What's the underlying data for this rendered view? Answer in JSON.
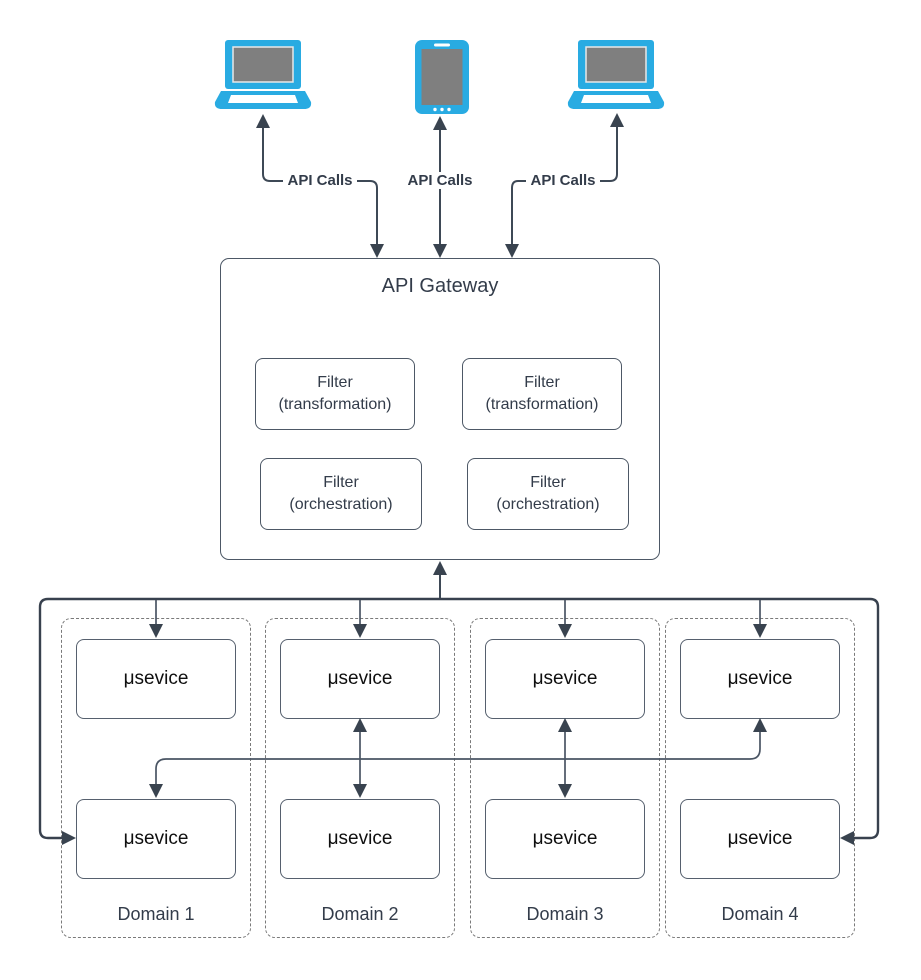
{
  "api_calls": {
    "labels": [
      "API Calls",
      "API Calls",
      "API Calls"
    ]
  },
  "devices": [
    {
      "name": "client-laptop-1",
      "type": "laptop"
    },
    {
      "name": "client-tablet",
      "type": "tablet"
    },
    {
      "name": "client-laptop-2",
      "type": "laptop"
    }
  ],
  "gateway": {
    "title": "API Gateway",
    "filters": [
      {
        "name": "Filter",
        "kind": "(transformation)"
      },
      {
        "name": "Filter",
        "kind": "(transformation)"
      },
      {
        "name": "Filter",
        "kind": "(orchestration)"
      },
      {
        "name": "Filter",
        "kind": "(orchestration)"
      }
    ]
  },
  "domains": [
    {
      "label": "Domain 1",
      "services": [
        "μsevice",
        "μsevice"
      ]
    },
    {
      "label": "Domain 2",
      "services": [
        "μsevice",
        "μsevice"
      ]
    },
    {
      "label": "Domain 3",
      "services": [
        "μsevice",
        "μsevice"
      ]
    },
    {
      "label": "Domain 4",
      "services": [
        "μsevice",
        "μsevice"
      ]
    }
  ],
  "colors": {
    "device_blue": "#29abe2",
    "device_screen_gray": "#7f7f7f",
    "connector": "#3e4956",
    "box_border": "#4d5866",
    "label_text": "#333c4a",
    "service_text": "#0f0f0f"
  }
}
